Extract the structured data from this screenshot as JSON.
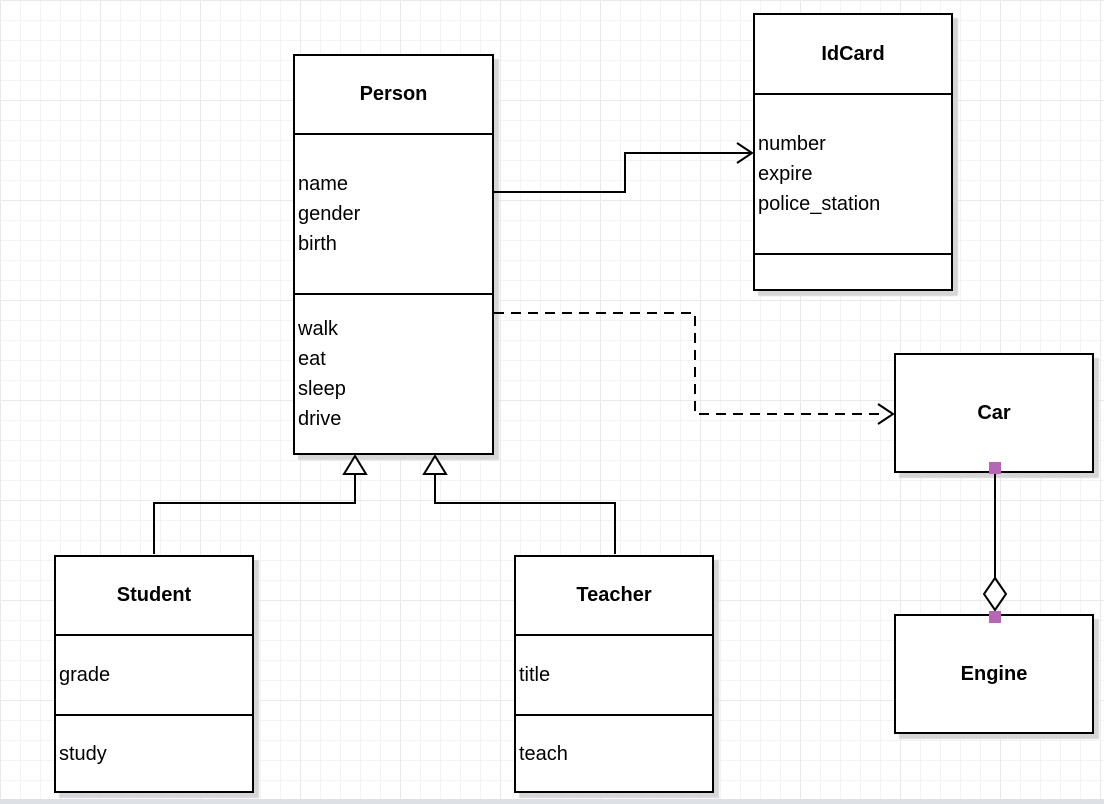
{
  "classes": {
    "person": {
      "title": "Person",
      "attributes": [
        "name",
        "gender",
        "birth"
      ],
      "methods": [
        "walk",
        "eat",
        "sleep",
        "drive"
      ]
    },
    "idcard": {
      "title": "IdCard",
      "attributes": [
        "number",
        "expire",
        "police_station"
      ],
      "methods": []
    },
    "car": {
      "title": "Car"
    },
    "engine": {
      "title": "Engine"
    },
    "student": {
      "title": "Student",
      "attributes": [
        "grade"
      ],
      "methods": [
        "study"
      ]
    },
    "teacher": {
      "title": "Teacher",
      "attributes": [
        "title"
      ],
      "methods": [
        "teach"
      ]
    }
  },
  "relationships": [
    {
      "from": "Person",
      "to": "IdCard",
      "type": "association",
      "line": "solid",
      "marker": "open-arrow"
    },
    {
      "from": "Person",
      "to": "Car",
      "type": "dependency",
      "line": "dashed",
      "marker": "open-arrow"
    },
    {
      "from": "Student",
      "to": "Person",
      "type": "generalization",
      "line": "solid",
      "marker": "hollow-triangle"
    },
    {
      "from": "Teacher",
      "to": "Person",
      "type": "generalization",
      "line": "solid",
      "marker": "hollow-triangle"
    },
    {
      "from": "Car",
      "to": "Engine",
      "type": "aggregation",
      "line": "solid",
      "marker": "hollow-diamond",
      "endpoint_markers": "purple-squares"
    }
  ],
  "colors": {
    "line": "#000000",
    "box_border": "#000000",
    "box_fill": "#ffffff",
    "box_shadow": "#d6d6d6",
    "grid_line": "#f3f3f3",
    "endpoint_marker": "#b566b5",
    "bottom_strip": "#dde1e5"
  }
}
